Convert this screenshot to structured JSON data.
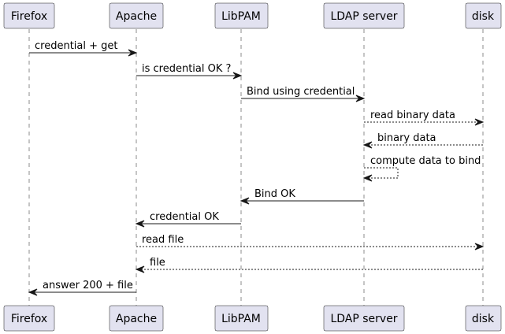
{
  "participants": [
    {
      "id": "firefox",
      "label": "Firefox"
    },
    {
      "id": "apache",
      "label": "Apache"
    },
    {
      "id": "libpam",
      "label": "LibPAM"
    },
    {
      "id": "ldap",
      "label": "LDAP server"
    },
    {
      "id": "disk",
      "label": "disk"
    }
  ],
  "messages": [
    {
      "from": "firefox",
      "to": "apache",
      "label": "credential + get",
      "style": "solid"
    },
    {
      "from": "apache",
      "to": "libpam",
      "label": "is credential OK ?",
      "style": "solid"
    },
    {
      "from": "libpam",
      "to": "ldap",
      "label": "Bind using credential",
      "style": "solid"
    },
    {
      "from": "ldap",
      "to": "disk",
      "label": "read binary data",
      "style": "dashed"
    },
    {
      "from": "disk",
      "to": "ldap",
      "label": "binary data",
      "style": "dashed"
    },
    {
      "from": "ldap",
      "to": "ldap",
      "label": "compute data to bind",
      "style": "dashed"
    },
    {
      "from": "ldap",
      "to": "libpam",
      "label": "Bind OK",
      "style": "solid"
    },
    {
      "from": "libpam",
      "to": "apache",
      "label": "credential OK",
      "style": "solid"
    },
    {
      "from": "apache",
      "to": "disk",
      "label": "read file",
      "style": "dashed"
    },
    {
      "from": "disk",
      "to": "apache",
      "label": "file",
      "style": "dashed"
    },
    {
      "from": "apache",
      "to": "firefox",
      "label": "answer 200 + file",
      "style": "solid"
    }
  ]
}
